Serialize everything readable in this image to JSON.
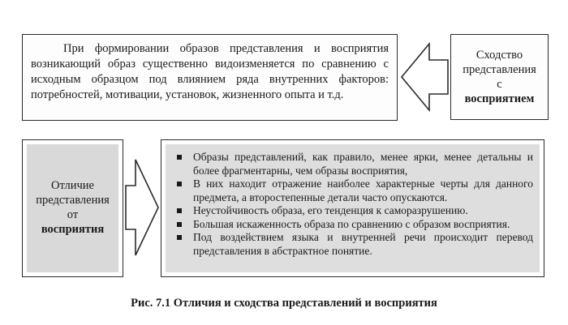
{
  "top_text": "При формировании образов представления и восприятия возникающий образ существенно видоизменяется по сравнению с исходным образцом под влиянием ряда внутренних факторов: потребностей, мотивации, установок, жизненного опыта и т.д.",
  "similarity": {
    "line1": "Сходство",
    "line2": "представления",
    "line3": "с",
    "line4": "восприятием"
  },
  "difference": {
    "line1": "Отличие",
    "line2": "представления",
    "line3": "от",
    "line4": "восприятия"
  },
  "bullets": [
    "Образы представлений, как правило, менее ярки, менее детальны и более фрагментарны, чем образы восприятия,",
    "В них находит отражение наиболее характерные черты для данного предмета, а второстепенные детали часто опускаются.",
    "Неустойчивость образа, его тенденция к саморазрушению.",
    "Большая искаженность образа по сравнению с образом восприятия.",
    "Под воздействием языка и внутренней речи происходит перевод представления в абстрактное понятие."
  ],
  "caption": "Рис. 7.1 Отличия и сходства представлений и восприятия"
}
